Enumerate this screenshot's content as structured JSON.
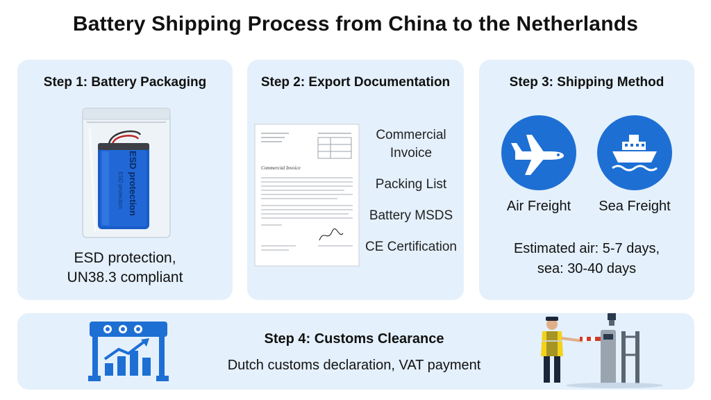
{
  "title": "Battery Shipping Process from China to the Netherlands",
  "steps": [
    {
      "heading": "Step 1: Battery Packaging",
      "battery_label": "ESD protection",
      "battery_sublabel": "ESD protection",
      "caption_line1": "ESD protection,",
      "caption_line2": "UN38.3 compliant"
    },
    {
      "heading": "Step 2: Export Documentation",
      "document_heading": "Commercial Invoice",
      "documents": [
        "Commercial Invoice",
        "Packing List",
        "Battery MSDS",
        "CE Certification"
      ]
    },
    {
      "heading": "Step 3: Shipping Method",
      "modes": [
        {
          "label": "Air Freight",
          "icon": "airplane-icon"
        },
        {
          "label": "Sea Freight",
          "icon": "ship-icon"
        }
      ],
      "estimate_line1": "Estimated air: 5-7 days,",
      "estimate_line2": "sea: 30-40 days"
    },
    {
      "heading": "Step 4: Customs Clearance",
      "description": "Dutch customs declaration, VAT payment",
      "left_icon": "growth-chart-icon",
      "right_icon": "customs-officer-gate-icon"
    }
  ],
  "colors": {
    "panel_bg": "#e4f0fb",
    "icon_blue": "#1d6fd4",
    "battery_blue": "#1a5cc8"
  }
}
